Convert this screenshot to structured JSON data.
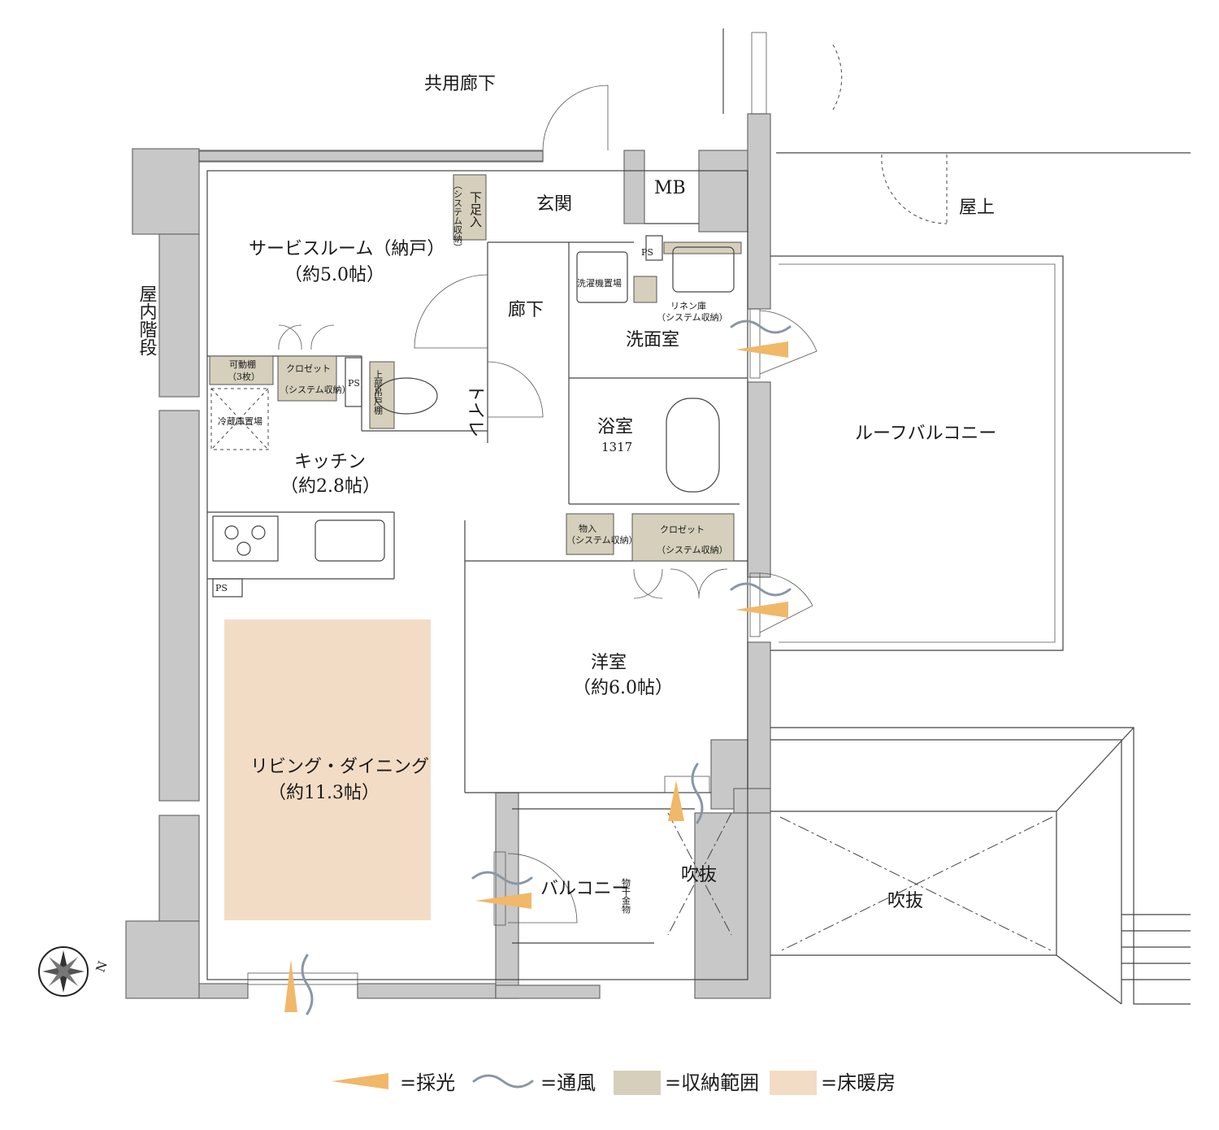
{
  "rooms": {
    "common_corridor": "共用廊下",
    "entrance": "玄関",
    "mb": "MB",
    "rooftop": "屋上",
    "indoor_stairs": "屋内階段",
    "service_room": "サービスルーム（納戸）",
    "service_room_size": "（約5.0帖）",
    "hallway": "廊下",
    "laundry_space": "洗濯機置場",
    "linen_storage": "リネン庫",
    "linen_storage_sub": "（システム収納）",
    "washroom": "洗面室",
    "roof_balcony": "ルーフバルコニー",
    "toilet": "トイレ",
    "bathroom": "浴室",
    "bathroom_size": "1317",
    "kitchen": "キッチン",
    "kitchen_size": "（約2.8帖）",
    "western_room": "洋室",
    "western_room_size": "（約6.0帖）",
    "living_dining": "リビング・ダイニング",
    "living_dining_size": "（約11.3帖）",
    "balcony": "バルコニー",
    "atrium_small": "吹抜",
    "atrium_large": "吹抜",
    "clothes_hanger": "物干金物"
  },
  "storage": {
    "shoe_cabinet": "下足入",
    "shoe_cabinet_sub": "（システム収納）",
    "adjustable_shelf": "可動棚",
    "adjustable_shelf_sub": "（3枚）",
    "closet_1": "クロゼット",
    "closet_1_sub": "（システム収納）",
    "upper_shelf": "上部吊戸棚",
    "fridge": "冷蔵庫置場",
    "storage_box": "物入",
    "storage_box_sub": "（システム収納）",
    "closet_2": "クロゼット",
    "closet_2_sub": "（システム収納）",
    "ps": "PS"
  },
  "legend": [
    {
      "icon": "light-wedge-icon",
      "label": "=採光",
      "color": "#f0b868"
    },
    {
      "icon": "ventilation-wave-icon",
      "label": "=通風",
      "color": "#8b96a4"
    },
    {
      "icon": "storage-swatch-icon",
      "label": "=収納範囲",
      "color": "#d5cfbb"
    },
    {
      "icon": "floor-heating-swatch-icon",
      "label": "=床暖房",
      "color": "#f3dcc5"
    }
  ],
  "compass": {
    "north_label": "N"
  },
  "colors": {
    "wall": "#c8c8c8",
    "storage": "#d5cfbb",
    "floor_heating": "#f3dcc5",
    "light": "#f0b868",
    "wind": "#8b96a4"
  }
}
